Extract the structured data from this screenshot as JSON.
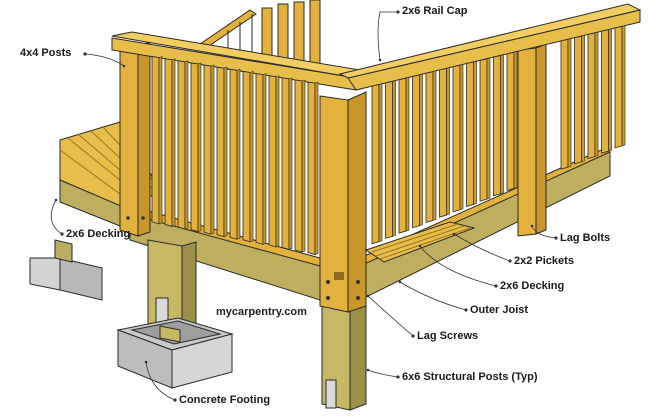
{
  "diagram": {
    "watermark": "mycarpentry.com",
    "labels": {
      "rail_cap": "2x6 Rail Cap",
      "posts_4x4": "4x4 Posts",
      "decking_left": "2x6 Decking",
      "lag_bolts": "Lag Bolts",
      "pickets": "2x2 Pickets",
      "decking_right": "2x6 Decking",
      "outer_joist": "Outer Joist",
      "lag_screws": "Lag Screws",
      "structural_posts": "6x6 Structural Posts (Typ)",
      "concrete_footing": "Concrete Footing"
    },
    "colors": {
      "lumber": "#E3B23C",
      "lumber_dark": "#C9962A",
      "lumber_shadow": "#8E6A1C",
      "treated": "#BDAF5E",
      "treated_dark": "#8F8440",
      "concrete": "#C9C9C9",
      "concrete_dark": "#9E9E9E",
      "outline": "#2a2a2a",
      "leader": "#333333"
    }
  }
}
